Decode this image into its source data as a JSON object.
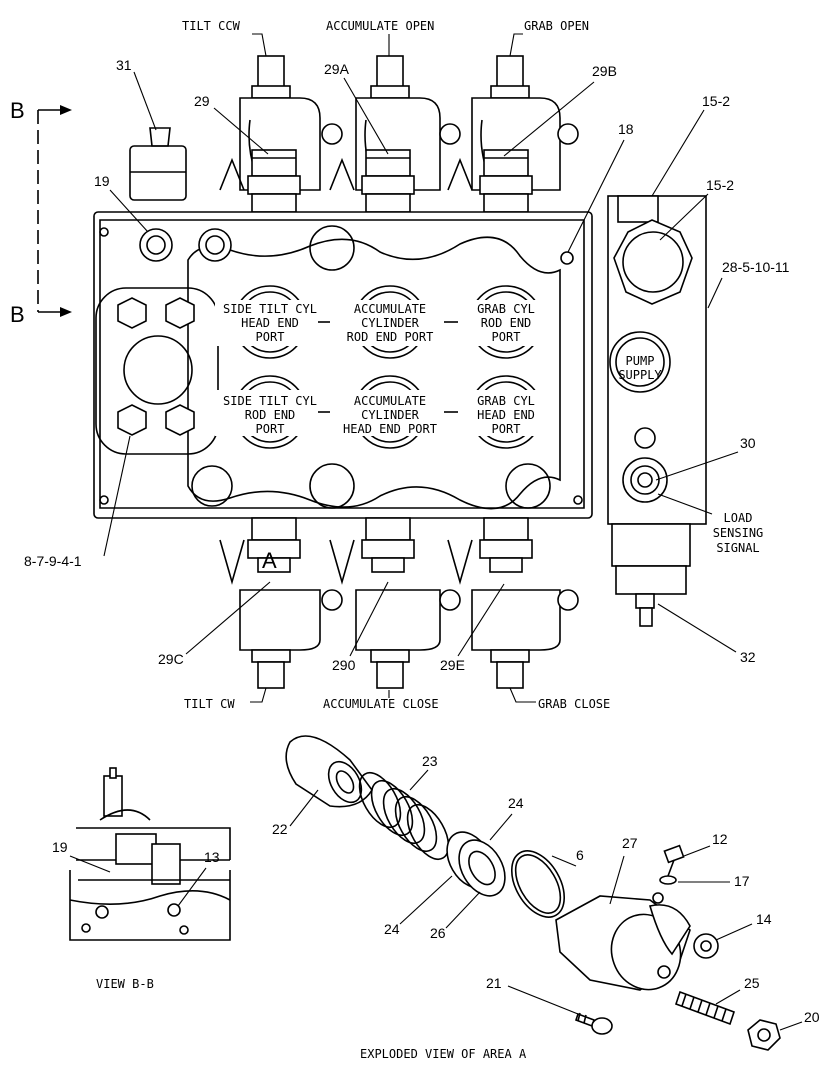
{
  "top_labels": {
    "tilt_ccw": "TILT CCW",
    "accumulate_open": "ACCUMULATE OPEN",
    "grab_open": "GRAB OPEN"
  },
  "bottom_labels": {
    "tilt_cw": "TILT CW",
    "accumulate_close": "ACCUMULATE CLOSE",
    "grab_close": "GRAB CLOSE"
  },
  "ports": {
    "p1": [
      "SIDE TILT CYL",
      "HEAD END",
      "PORT"
    ],
    "p2": [
      "ACCUMULATE",
      "CYLINDER",
      "ROD END PORT"
    ],
    "p3": [
      "GRAB CYL",
      "ROD END",
      "PORT"
    ],
    "p4": [
      "SIDE TILT CYL",
      "ROD END",
      "PORT"
    ],
    "p5": [
      "ACCUMULATE",
      "CYLINDER",
      "HEAD END PORT"
    ],
    "p6": [
      "GRAB CYL",
      "HEAD END",
      "PORT"
    ]
  },
  "pump_supply": [
    "PUMP",
    "SUPPLY"
  ],
  "load_sensing": [
    "LOAD",
    "SENSING",
    "SIGNAL"
  ],
  "section_marks": {
    "b_top": "B",
    "b_bottom": "B",
    "area_a": "A"
  },
  "view_bb": "VIEW B-B",
  "exploded_caption": "EXPLODED VIEW OF AREA A",
  "callouts": {
    "c31": "31",
    "c29": "29",
    "c29a": "29A",
    "c29b": "29B",
    "c19": "19",
    "c18": "18",
    "c15_2a": "15-2",
    "c15_2b": "15-2",
    "c28": "28-5-10-11",
    "c30": "30",
    "c8": "8-7-9-4-1",
    "c29c": "29C",
    "c290": "290",
    "c29e": "29E",
    "c32": "32",
    "c19b": "19",
    "c13": "13",
    "c22": "22",
    "c23": "23",
    "c24a": "24",
    "c24b": "24",
    "c6": "6",
    "c26": "26",
    "c27": "27",
    "c12": "12",
    "c17": "17",
    "c14": "14",
    "c21": "21",
    "c25": "25",
    "c20": "20"
  }
}
